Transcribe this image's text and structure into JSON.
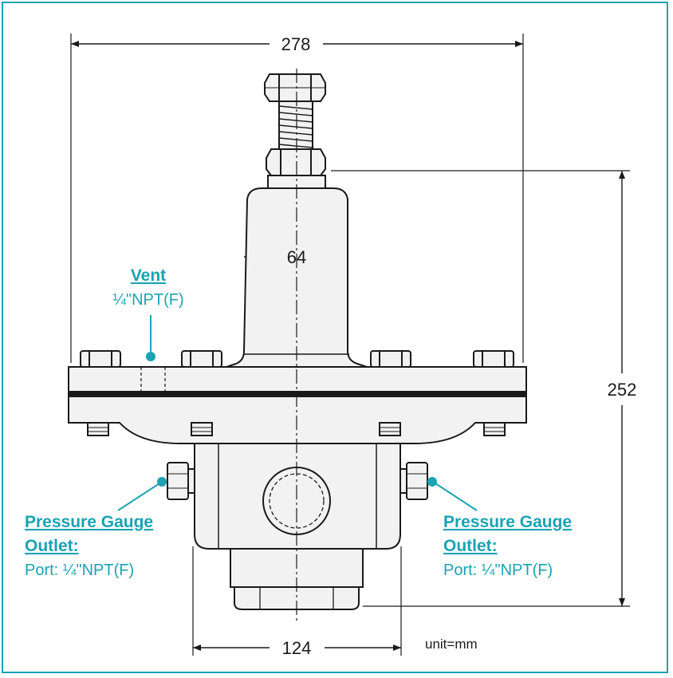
{
  "dimensions": {
    "overall_width": "278",
    "bonnet_width": "64",
    "height": "252",
    "body_width": "124",
    "unit": "unit=mm"
  },
  "callouts": {
    "vent_title": "Vent",
    "vent_port": "¼\"NPT(F)",
    "gauge_left_title_1": "Pressure Gauge",
    "gauge_left_title_2": "Outlet:",
    "gauge_left_port": "Port: ¼\"NPT(F)",
    "gauge_right_title_1": "Pressure Gauge",
    "gauge_right_title_2": "Outlet:",
    "gauge_right_port": "Port: ¼\"NPT(F)"
  },
  "colors": {
    "accent": "#1aa3b3",
    "line": "#1a1a1a",
    "fill": "#f2f2f2"
  }
}
